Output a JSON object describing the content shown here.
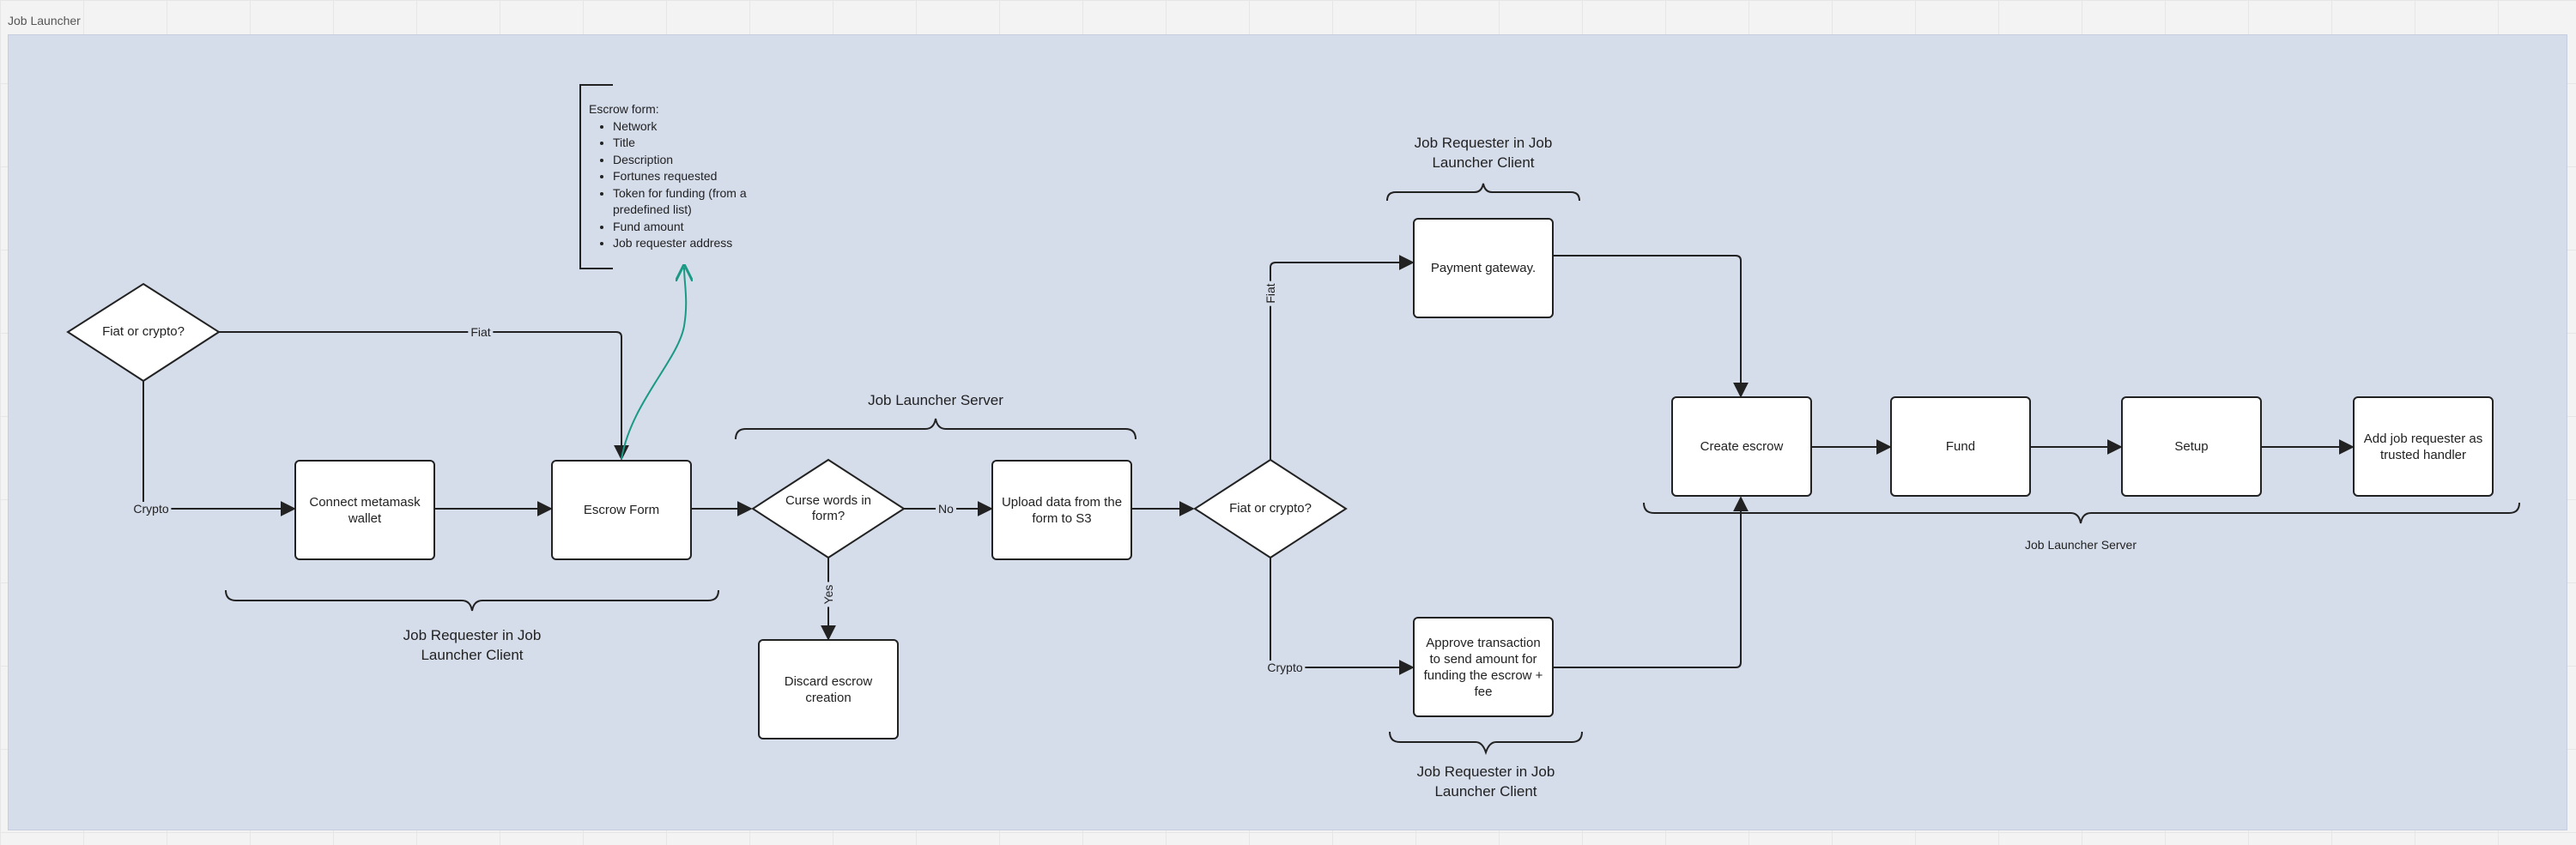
{
  "frame": {
    "title": "Job Launcher"
  },
  "nodes": {
    "decision_start": "Fiat or crypto?",
    "connect_wallet": "Connect metamask wallet",
    "escrow_form": "Escrow Form",
    "curse_words": "Curse words in form?",
    "upload_s3": "Upload data from the form to S3",
    "discard": "Discard escrow creation",
    "decision_payment": "Fiat or crypto?",
    "payment_gateway": "Payment gateway.",
    "approve_tx": "Approve transaction to send amount for funding the escrow + fee",
    "create_escrow": "Create escrow",
    "fund": "Fund",
    "setup": "Setup",
    "add_requester": "Add job requester as trusted handler"
  },
  "edge_labels": {
    "fiat_top": "Fiat",
    "crypto_left": "Crypto",
    "no": "No",
    "yes": "Yes",
    "fiat_right": "Fiat",
    "crypto_right": "Crypto"
  },
  "groups": {
    "client_left": "Job Requester in Job Launcher Client",
    "server_middle": "Job Launcher Server",
    "client_top": "Job Requester in Job Launcher Client",
    "client_bottom": "Job Requester in Job Launcher Client",
    "server_right": "Job Launcher Server"
  },
  "note": {
    "title": "Escrow form:",
    "items": [
      "Network",
      "Title",
      "Description",
      "Fortunes requested",
      "Token for funding (from a predefined list)",
      "Fund amount",
      "Job requester address"
    ]
  },
  "colors": {
    "frame_bg": "#d5dcea",
    "stroke": "#222222",
    "note_arrow": "#1a9a84"
  }
}
